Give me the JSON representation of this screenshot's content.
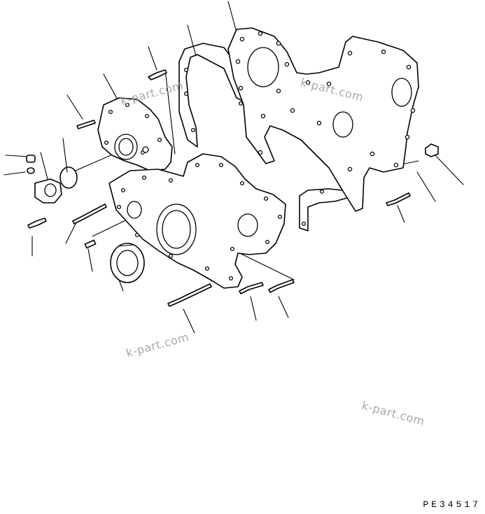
{
  "figure": {
    "drawing_code": "PE34517",
    "watermarks": [
      "k-part.com",
      "k-part.com",
      "k-part.com",
      "k-part.com"
    ]
  }
}
